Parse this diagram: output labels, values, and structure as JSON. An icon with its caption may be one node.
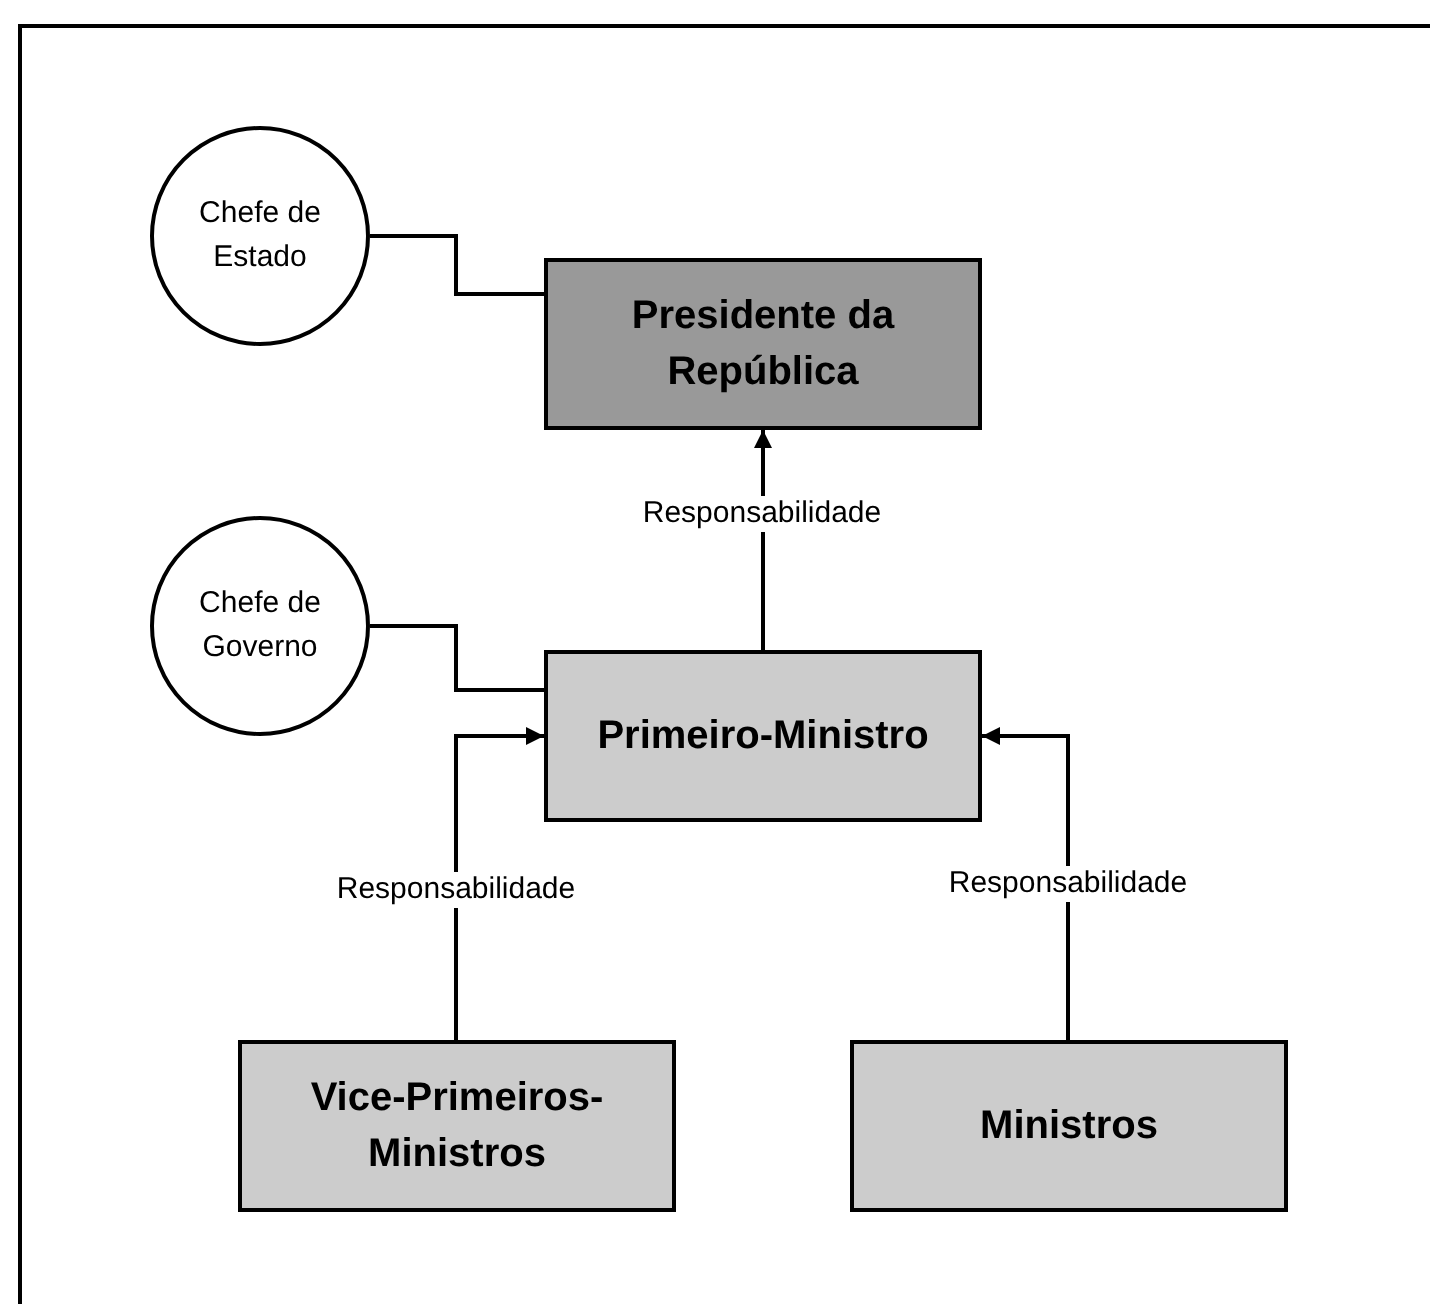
{
  "diagram": {
    "nodes": [
      {
        "text": [
          "Chefe de Estado"
        ]
      },
      {
        "text": [
          "Presidente da República"
        ]
      },
      {
        "text": [
          "Chefe de Governo"
        ]
      },
      {
        "text": [
          "Primeiro-Ministro"
        ]
      },
      {
        "text": [
          "Vice-Primeiros-Ministros"
        ]
      },
      {
        "text": [
          "Ministros"
        ]
      }
    ],
    "edges": [
      {
        "from": 0,
        "to": 1,
        "arrow": "none"
      },
      {
        "from": 2,
        "to": 3,
        "arrow": "none"
      },
      {
        "from": 3,
        "to": 1,
        "arrow": "to",
        "label": "Responsabilidade"
      },
      {
        "from": 4,
        "to": 3,
        "arrow": "to",
        "label": "Responsabilidade"
      },
      {
        "from": 5,
        "to": 3,
        "arrow": "to",
        "label": "Responsabilidade"
      }
    ]
  }
}
